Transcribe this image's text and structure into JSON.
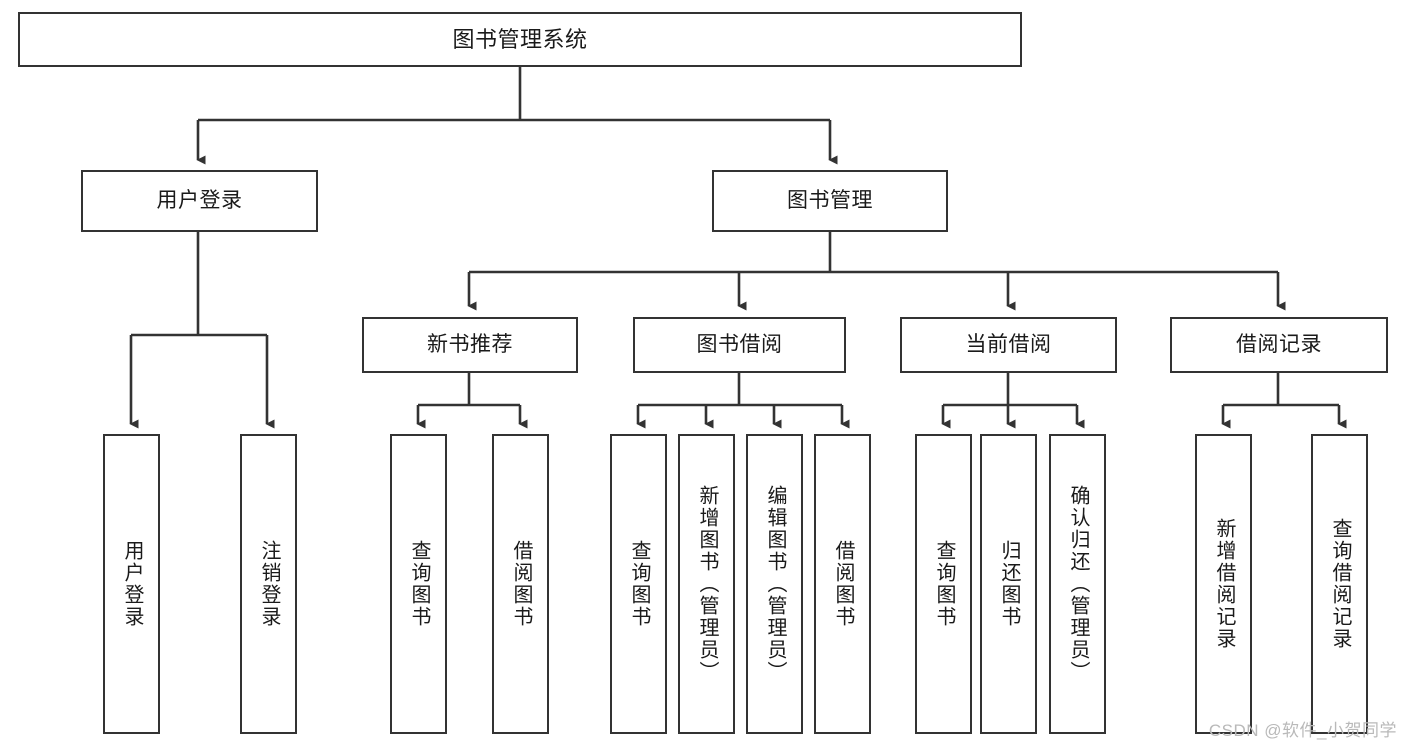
{
  "diagram": {
    "type": "tree-hierarchy",
    "title": "图书管理系统",
    "watermark": "CSDN @软件_小贺同学",
    "colors": {
      "border": "#333333",
      "background": "#ffffff",
      "text": "#1a1a1a",
      "watermark": "#b9b9b9"
    },
    "root": {
      "label": "图书管理系统"
    },
    "level2": [
      {
        "label": "用户登录"
      },
      {
        "label": "图书管理"
      }
    ],
    "level3": [
      {
        "label": "新书推荐"
      },
      {
        "label": "图书借阅"
      },
      {
        "label": "当前借阅"
      },
      {
        "label": "借阅记录"
      }
    ],
    "leaves": {
      "user_login": [
        {
          "label": "用户登录"
        },
        {
          "label": "注销登录"
        }
      ],
      "new_book": [
        {
          "label": "查询图书"
        },
        {
          "label": "借阅图书"
        }
      ],
      "book_borrow": [
        {
          "label": "查询图书"
        },
        {
          "label": "新增图书（管理员）"
        },
        {
          "label": "编辑图书（管理员）"
        },
        {
          "label": "借阅图书"
        }
      ],
      "current_borrow": [
        {
          "label": "查询图书"
        },
        {
          "label": "归还图书"
        },
        {
          "label": "确认归还（管理员）"
        }
      ],
      "borrow_record": [
        {
          "label": "新增借阅记录"
        },
        {
          "label": "查询借阅记录"
        }
      ]
    }
  }
}
